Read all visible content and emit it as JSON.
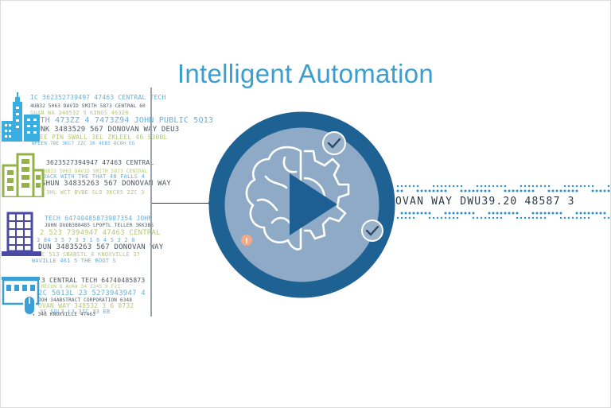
{
  "title": "Intelligent Automation",
  "colors": {
    "title": "#3a9fd0",
    "circle_outer": "#1e6193",
    "circle_inner": "#8eaac6",
    "icon_stroke": "#ffffff",
    "play": "#1e5f93",
    "check_bg": "#9cb3cc",
    "alert": "#f3a886",
    "stream": "#2a8fd0",
    "building_light_blue": "#3aaee0",
    "building_green": "#93b34a",
    "building_indigo": "#4a4aa6",
    "building_sky": "#3a9fd6",
    "code_blue": "#49a3d6",
    "code_green": "#a6c05a",
    "code_dark": "#2c3944"
  },
  "left_panel": {
    "lines": [
      "IC 362352739497 47463 CENTRAL TECH",
      "4UB32 5063 DAVID SMITH 5873 CENTRAL 60",
      "GUAN WA 348532 9 KINGS 46328",
      "3ETH  473ZZ 4 7473Z94 JOHN PUBLIC 5Q13",
      "DUNK 3483529 567 DONOVAN WAY DEU3",
      "WBEE PIN SWALL 3EL ZKLEEL 46 S30BL",
      "WPEEN 78E 3KC7 2ZC 3K 4EB5 8C8H EG",
      "3623527394947 47463 CENTRAL",
      "4UB32 5063 DAVID SMITH 5873 CENTRAL",
      "JACK WITH THE THAT 48 FALLS 4",
      "SHUN 34835263 567 DONOVAN WAY",
      "3HL WCT BVBE SLO 3KC05 2ZC 3",
      "TECH 64740485873987354 JOHN",
      "JOHN DUOB3B8485 LPOPTL TELLER 3KK3B5",
      "2 523 7394947 47463 CENTRAL",
      "3  84 3 5 7 3 3 1  6 4 5 3 2 8",
      "DUN 34835263 567 DONOVAN WAY",
      "IC 513  SBABSTL 6 KNOXVILLE 37",
      "WAVILLE 461 5 THE ROOT S",
      "3 CENTRAL TECH 64740485873",
      "RECON 6 AUAA 34 3345 9 F21",
      "2C 5013L 23 5273943947 4",
      "JOH 34ABSTRACT CORPORATION 6348",
      "OVAN WAY 348532 3 6 8732",
      "3S SQL3 L3 3IC 33 EB",
      "4 346 KNOXVILLE 47463"
    ]
  },
  "video": {
    "alert_glyph": "!"
  },
  "stream": {
    "text": "OVAN WAY DWU39.20 48587 3"
  }
}
